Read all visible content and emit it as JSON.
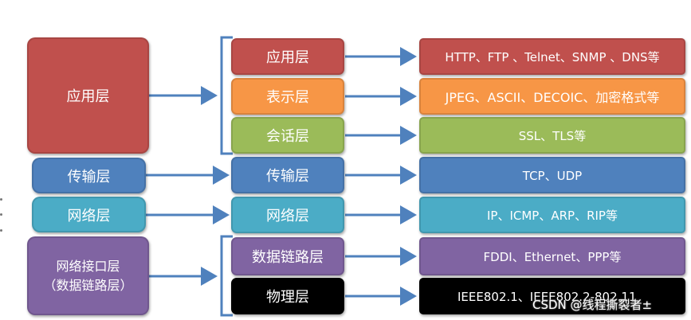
{
  "colors": {
    "application": "#C0504D",
    "presentation": "#F79646",
    "session": "#9BBB59",
    "transport": "#4F81BD",
    "network": "#4BACC6",
    "datalink": "#8064A2",
    "physical": "#000000",
    "arrow": "#4F81BD"
  },
  "tcpip_layers": {
    "application": "应用层",
    "transport": "传输层",
    "network": "网络层",
    "interface": "网络接口层\n（数据链路层）"
  },
  "osi_layers": {
    "application": "应用层",
    "presentation": "表示层",
    "session": "会话层",
    "transport": "传输层",
    "network": "网络层",
    "datalink": "数据链路层",
    "physical": "物理层"
  },
  "protocols": {
    "application": "HTTP、FTP 、Telnet、SNMP 、DNS等",
    "presentation": "JPEG、ASCII、DECOIC、加密格式等",
    "session": "SSL、TLS等",
    "transport": "TCP、UDP",
    "network": "IP、ICMP、ARP、RIP等",
    "datalink": "FDDI、Ethernet、PPP等",
    "physical": "IEEE802.1、IEEE802.2-802.11"
  },
  "watermark": "CSDN @线程撕裂者±"
}
